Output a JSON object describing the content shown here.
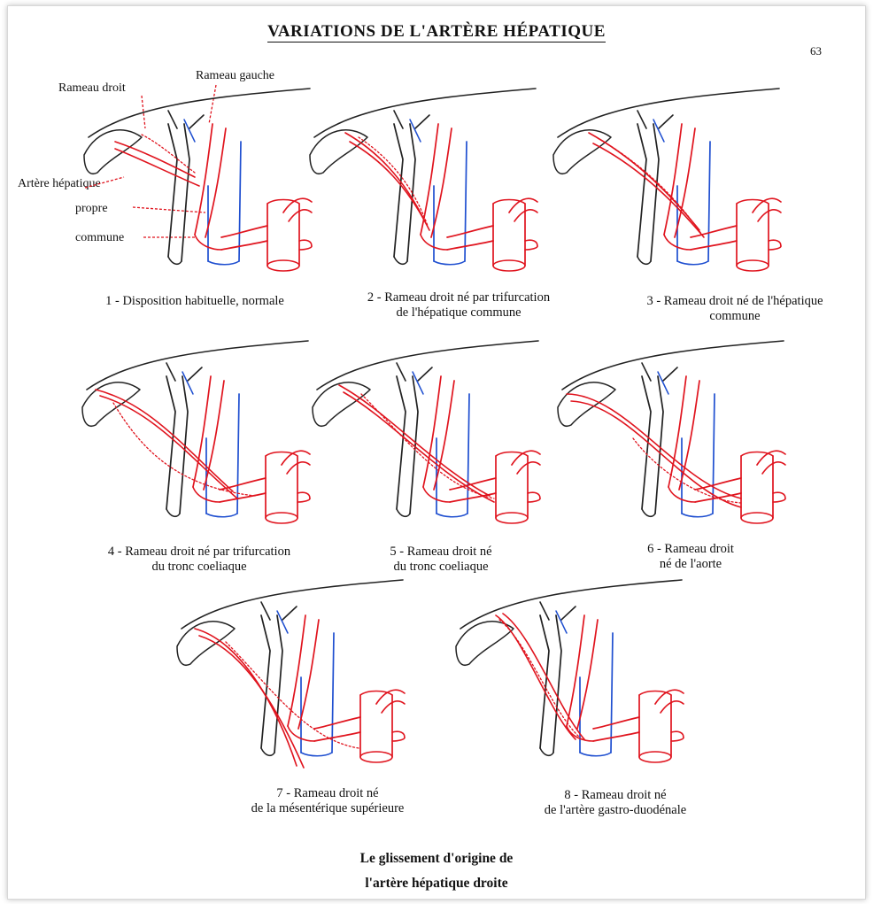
{
  "title": "VARIATIONS DE L'ARTÈRE HÉPATIQUE",
  "page_number": "63",
  "labels": {
    "rameau_droit": "Rameau droit",
    "rameau_gauche": "Rameau gauche",
    "artere_hepatique": "Artère hépatique",
    "propre": "propre",
    "commune": "commune"
  },
  "captions": [
    {
      "line1": "1 - Disposition habituelle, normale",
      "line2": ""
    },
    {
      "line1": "2 - Rameau droit né par trifurcation",
      "line2": "de l'hépatique commune"
    },
    {
      "line1": "3 - Rameau droit né de l'hépatique",
      "line2": "commune"
    },
    {
      "line1": "4 - Rameau droit né par trifurcation",
      "line2": "du tronc coeliaque"
    },
    {
      "line1": "5 - Rameau droit né",
      "line2": "du tronc coeliaque"
    },
    {
      "line1": "6 - Rameau droit",
      "line2": "né de l'aorte"
    },
    {
      "line1": "7 - Rameau droit né",
      "line2": "de la mésentérique supérieure"
    },
    {
      "line1": "8 - Rameau droit né",
      "line2": "de l'artère gastro-duodénale"
    }
  ],
  "footer": {
    "line1": "Le glissement d'origine de",
    "line2": "l'artère hépatique droite"
  },
  "colors": {
    "artery": "#e0141e",
    "vein": "#1f4fd0",
    "duct": "#222222"
  }
}
